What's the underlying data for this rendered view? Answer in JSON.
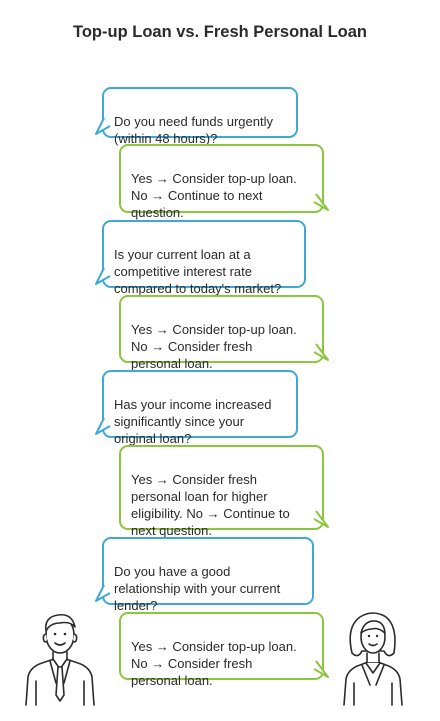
{
  "title": "Top-up Loan vs. Fresh Personal Loan",
  "colors": {
    "question_border": "#3fa9d6",
    "answer_border": "#8cc63f"
  },
  "bubbles": [
    {
      "kind": "question",
      "text": "Do you need funds urgently\n(within 48 hours)?"
    },
    {
      "kind": "answer",
      "text": "Yes → Consider top-up loan.\nNo → Continue to next\nquestion."
    },
    {
      "kind": "question",
      "text": "Is your current loan at a\ncompetitive interest rate\ncompared to today's market?"
    },
    {
      "kind": "answer",
      "text": "Yes → Consider top-up loan.\nNo → Consider fresh\npersonal loan."
    },
    {
      "kind": "question",
      "text": "Has your income increased\nsignificantly since your\noriginal loan?"
    },
    {
      "kind": "answer",
      "text": "Yes → Consider fresh\npersonal loan for higher\neligibility. No → Continue to\nnext question."
    },
    {
      "kind": "question",
      "text": "Do you have a good\nrelationship with your current\nlender?"
    },
    {
      "kind": "answer",
      "text": "Yes → Consider top-up loan.\nNo → Consider fresh\npersonal loan."
    }
  ],
  "people": [
    {
      "role": "questioner",
      "icon": "man-icon"
    },
    {
      "role": "advisor",
      "icon": "woman-icon"
    }
  ]
}
